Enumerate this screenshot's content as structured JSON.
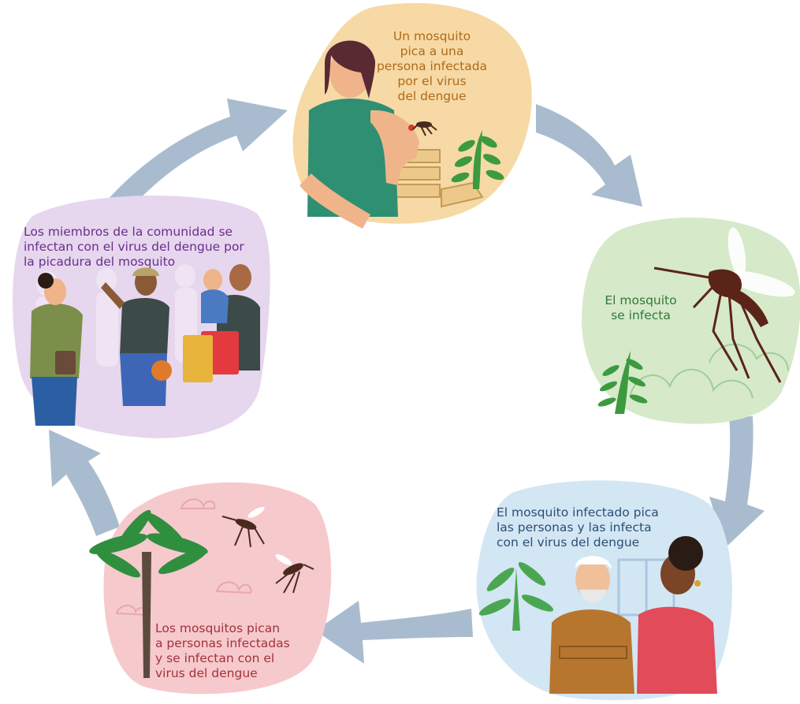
{
  "colors": {
    "arrow": "#a9bccf",
    "step1_bg": "#f6d9a5",
    "step2_bg": "#d6e9c9",
    "step3_bg": "#d3e6f3",
    "step4_bg": "#f6c9cd",
    "step5_bg": "#e6d6ee",
    "step1_text": "#b06a18",
    "step2_text": "#2f7a3a",
    "step3_text": "#2a4f75",
    "step4_text": "#a3323c",
    "step5_text": "#6a2d8c"
  },
  "steps": [
    {
      "lines": [
        "Un mosquito",
        "pica a una",
        "persona infectada",
        "por el virus",
        "del dengue"
      ]
    },
    {
      "lines": [
        "El mosquito",
        "se infecta"
      ]
    },
    {
      "lines": [
        "El mosquito infectado pica",
        "las personas y las infecta",
        "con el virus del dengue"
      ]
    },
    {
      "lines": [
        "Los mosquitos pican",
        "a personas infectadas",
        "y se infectan con el",
        "virus del dengue"
      ]
    },
    {
      "lines": [
        "Los miembros de la comunidad se",
        "infectan con el virus del dengue por",
        "la picadura del mosquito"
      ]
    }
  ]
}
